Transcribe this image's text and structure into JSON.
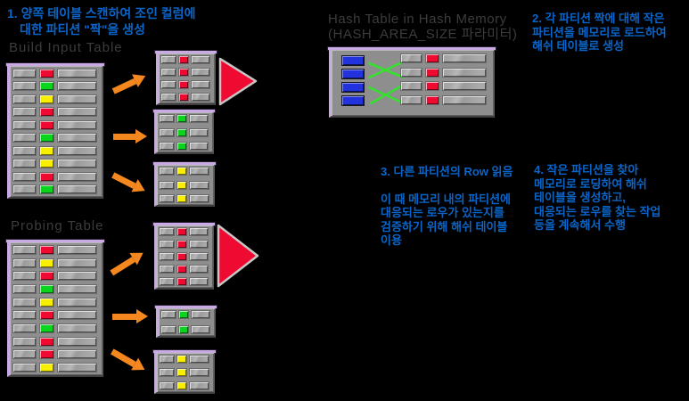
{
  "colors": {
    "red": "#ee0a30",
    "green": "#0ad41e",
    "yellow": "#f8ef00",
    "blue": "#2232dd",
    "orange": "#f5871f",
    "tri_red": "#ee0a30",
    "note_blue": "#0a65c8",
    "label_gray": "#3c3c3c",
    "lavender": "#c9aae4",
    "map_green": "#35e02e"
  },
  "labels": {
    "build_table": "Build Input Table",
    "probing_table": "Probing Table",
    "hash_title_1": "Hash Table in Hash Memory",
    "hash_title_2": "(HASH_AREA_SIZE 파라미터)"
  },
  "notes": {
    "n1": {
      "l1": "1. 양쪽 테이블 스캔하여 조인 컬럼에",
      "l2": "대한  파티션 \"짝\"을 생성"
    },
    "n2": {
      "l1": "2. 각 파티션 짝에 대해 작은",
      "l2": "파티션을 메모리로 로드하여",
      "l3": "해쉬 테이블로 생성"
    },
    "n3": {
      "l1": "3. 다른 파티션의 Row 읽음",
      "l2": "이 때 메모리 내의 파티션에",
      "l3": "대응되는 로우가 있는지를",
      "l4": "검증하기 위해 해쉬 테이블",
      "l5": "이용"
    },
    "n4": {
      "l1": "4. 작은 파티션을 찾아",
      "l2": "메모리로 로딩하여 해쉬",
      "l3": "테이블을 생성하고,",
      "l4": "대응되는 로우를 찾는 작업",
      "l5": "등을 계속해서 수행"
    }
  },
  "build_table": {
    "rows": [
      "red",
      "green",
      "yellow",
      "red",
      "red",
      "green",
      "yellow",
      "yellow",
      "red",
      "green"
    ]
  },
  "probe_table": {
    "rows": [
      "red",
      "yellow",
      "red",
      "green",
      "yellow",
      "red",
      "green",
      "red",
      "red",
      "yellow"
    ]
  },
  "partitions": {
    "build_red": [
      "red",
      "red",
      "red",
      "red"
    ],
    "build_green": [
      "green",
      "green",
      "green"
    ],
    "build_yellow": [
      "yellow",
      "yellow",
      "yellow"
    ],
    "probe_red": [
      "red",
      "red",
      "red",
      "red",
      "red"
    ],
    "probe_green": [
      "green",
      "green"
    ],
    "probe_yellow": [
      "yellow",
      "yellow",
      "yellow"
    ]
  },
  "hash_panel": {
    "bucket": [
      "blue",
      "blue",
      "blue",
      "blue"
    ],
    "rows": [
      "red",
      "red",
      "red",
      "red"
    ]
  }
}
